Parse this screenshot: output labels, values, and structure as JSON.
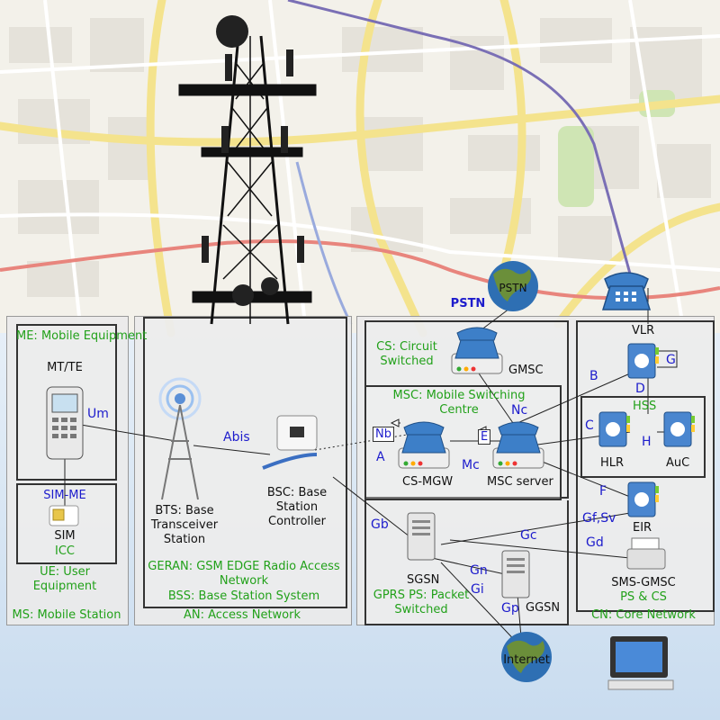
{
  "panels": {
    "ms": {
      "title": "MS: Mobile Station"
    },
    "an": {
      "title": "AN: Access Network"
    },
    "cn": {
      "title": "CN: Core Network"
    }
  },
  "ms": {
    "me_title": "ME: Mobile Equipment",
    "mt": "MT/TE",
    "um": "Um",
    "sim_me": "SIM-ME",
    "sim": "SIM",
    "icc": "ICC",
    "ue": "UE: User Equipment"
  },
  "an": {
    "abis": "Abis",
    "bts": "BTS: Base Transceiver Station",
    "bsc": "BSC: Base Station Controller",
    "geran": "GERAN: GSM EDGE Radio Access Network",
    "bss": "BSS: Base Station System"
  },
  "cs": {
    "pstn_globe": "PSTN",
    "pstn": "PSTN",
    "title": "CS: Circuit Switched",
    "gmsc": "GMSC",
    "msc_title": "MSC: Mobile Switching Centre",
    "nc": "Nc",
    "nb": "Nb",
    "e": "E",
    "a": "A",
    "mc": "Mc",
    "csmgw": "CS-MGW",
    "mscserver": "MSC server"
  },
  "ps": {
    "gb": "Gb",
    "sgsn": "SGSN",
    "gn": "Gn",
    "gi": "Gi",
    "gp": "Gp",
    "ggsn": "GGSN",
    "title": "GPRS PS: Packet Switched",
    "internet": "Internet"
  },
  "cn": {
    "vlr": "VLR",
    "g": "G",
    "b": "B",
    "d": "D",
    "hss": "HSS",
    "c": "C",
    "h": "H",
    "hlr": "HLR",
    "auc": "AuC",
    "f": "F",
    "gfsv": "Gf,Sv",
    "eir": "EIR",
    "gc": "Gc",
    "gd": "Gd",
    "smsgmsc": "SMS-GMSC",
    "pscs": "PS & CS"
  }
}
